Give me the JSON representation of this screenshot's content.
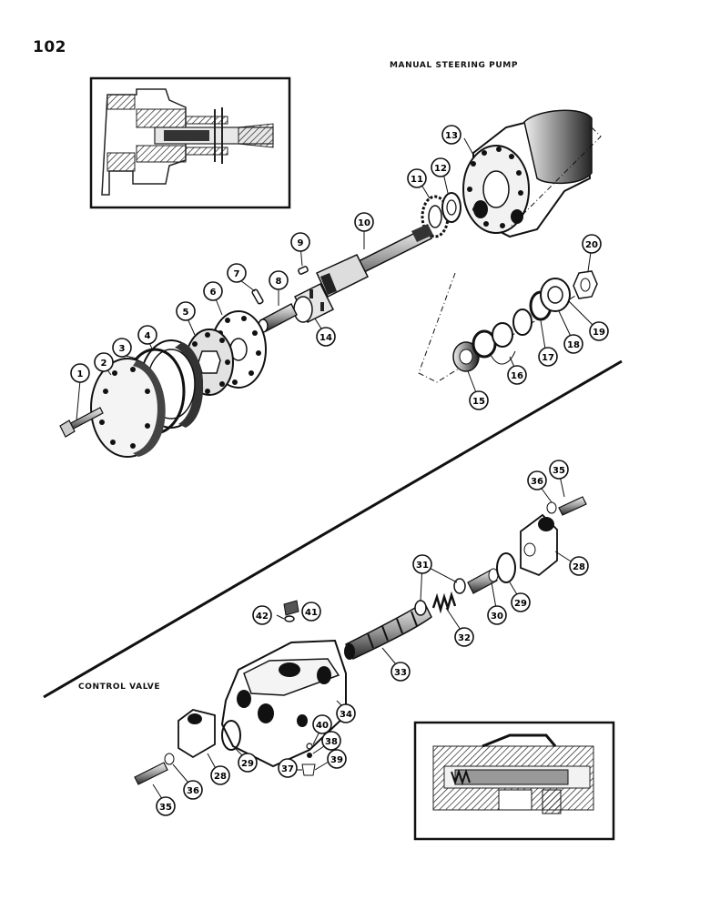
{
  "page_number": "102",
  "sections": {
    "pump_title": "MANUAL STEERING PUMP",
    "valve_title": "CONTROL VALVE"
  },
  "callouts": [
    {
      "id": "c1",
      "label": "1"
    },
    {
      "id": "c2",
      "label": "2"
    },
    {
      "id": "c3",
      "label": "3"
    },
    {
      "id": "c4",
      "label": "4"
    },
    {
      "id": "c5",
      "label": "5"
    },
    {
      "id": "c6",
      "label": "6"
    },
    {
      "id": "c7",
      "label": "7"
    },
    {
      "id": "c8",
      "label": "8"
    },
    {
      "id": "c9",
      "label": "9"
    },
    {
      "id": "c10",
      "label": "10"
    },
    {
      "id": "c11",
      "label": "11"
    },
    {
      "id": "c12",
      "label": "12"
    },
    {
      "id": "c13",
      "label": "13"
    },
    {
      "id": "c14",
      "label": "14"
    },
    {
      "id": "c15",
      "label": "15"
    },
    {
      "id": "c16",
      "label": "16"
    },
    {
      "id": "c17",
      "label": "17"
    },
    {
      "id": "c18",
      "label": "18"
    },
    {
      "id": "c19",
      "label": "19"
    },
    {
      "id": "c20",
      "label": "20"
    },
    {
      "id": "c28a",
      "label": "28"
    },
    {
      "id": "c29a",
      "label": "29"
    },
    {
      "id": "c30",
      "label": "30"
    },
    {
      "id": "c31",
      "label": "31"
    },
    {
      "id": "c32",
      "label": "32"
    },
    {
      "id": "c33",
      "label": "33"
    },
    {
      "id": "c34",
      "label": "34"
    },
    {
      "id": "c35a",
      "label": "35"
    },
    {
      "id": "c36a",
      "label": "36"
    },
    {
      "id": "c37",
      "label": "37"
    },
    {
      "id": "c38",
      "label": "38"
    },
    {
      "id": "c39",
      "label": "39"
    },
    {
      "id": "c40",
      "label": "40"
    },
    {
      "id": "c41",
      "label": "41"
    },
    {
      "id": "c42",
      "label": "42"
    },
    {
      "id": "c28b",
      "label": "28"
    },
    {
      "id": "c29b",
      "label": "29"
    },
    {
      "id": "c35b",
      "label": "35"
    },
    {
      "id": "c36b",
      "label": "36"
    }
  ],
  "colors": {
    "ink": "#111111",
    "paper": "#ffffff",
    "shade": "#5a5a5a",
    "light": "#cfcfcf"
  }
}
